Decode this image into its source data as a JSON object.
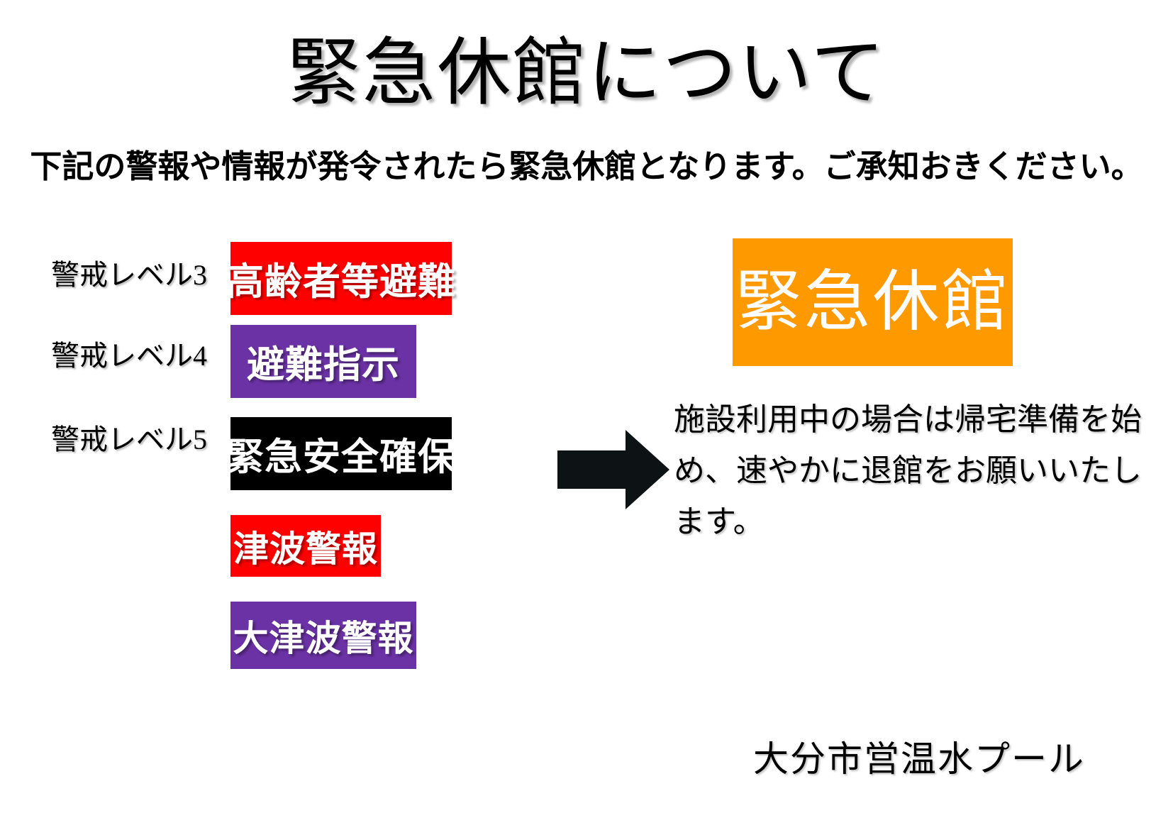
{
  "document": {
    "title": "緊急休館について",
    "subtitle": "下記の警報や情報が発令されたら緊急休館となります。ご承知おきください。",
    "background_color": "#FFFFFF"
  },
  "levels": [
    {
      "label": "警戒レベル3"
    },
    {
      "label": "警戒レベル4"
    },
    {
      "label": "警戒レベル5"
    }
  ],
  "alerts": [
    {
      "label": "高齢者等避難",
      "background_color": "#FF0000",
      "text_color": "#FFFFFF"
    },
    {
      "label": "避難指示",
      "background_color": "#6B32A5",
      "text_color": "#FFFFFF"
    },
    {
      "label": "緊急安全確保",
      "background_color": "#000000",
      "text_color": "#FFFFFF"
    },
    {
      "label": "津波警報",
      "background_color": "#FF0000",
      "text_color": "#FFFFFF"
    },
    {
      "label": "大津波警報",
      "background_color": "#6B32A5",
      "text_color": "#FFFFFF"
    }
  ],
  "arrow": {
    "direction": "right",
    "color": "#0D1214"
  },
  "result": {
    "highlight_label": "緊急休館",
    "highlight_background_color": "#FF9900",
    "highlight_text_color": "#FFFFFF",
    "body_lines": [
      "施設利用中の場合は帰宅準備を始",
      "め、速やかに退館をお願いいたし",
      "ます。"
    ]
  },
  "footer": {
    "organization": "大分市営温水プール"
  }
}
